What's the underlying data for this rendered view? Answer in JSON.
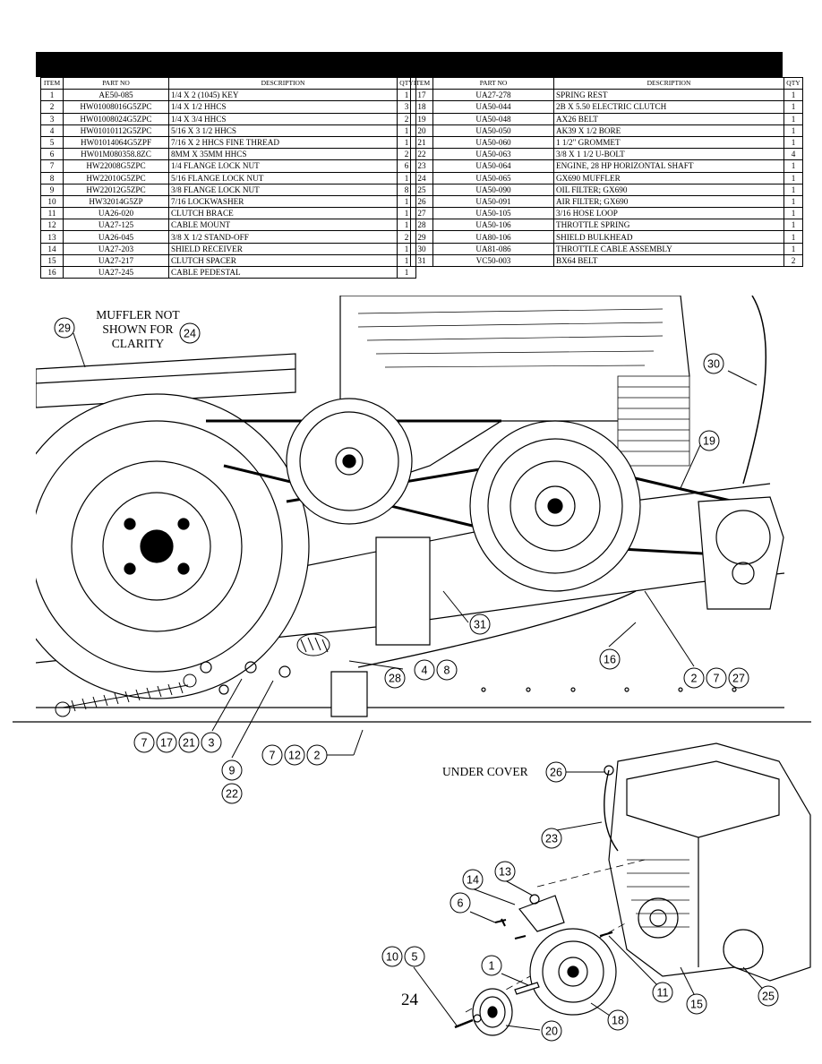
{
  "headers": {
    "item": "ITEM",
    "part_no": "PART NO",
    "description": "DESCRIPTION",
    "qty": "QTY"
  },
  "parts_left": [
    {
      "item": "1",
      "part": "AE50-085",
      "desc": "1/4 X 2 (1045) KEY",
      "qty": "1"
    },
    {
      "item": "2",
      "part": "HW01008016G5ZPC",
      "desc": "1/4 X 1/2 HHCS",
      "qty": "3"
    },
    {
      "item": "3",
      "part": "HW01008024G5ZPC",
      "desc": "1/4 X 3/4 HHCS",
      "qty": "2"
    },
    {
      "item": "4",
      "part": "HW01010112G5ZPC",
      "desc": "5/16 X 3 1/2 HHCS",
      "qty": "1"
    },
    {
      "item": "5",
      "part": "HW01014064G5ZPF",
      "desc": "7/16 X 2 HHCS FINE THREAD",
      "qty": "1"
    },
    {
      "item": "6",
      "part": "HW01M080358.8ZC",
      "desc": "8MM X 35MM HHCS",
      "qty": "2"
    },
    {
      "item": "7",
      "part": "HW22008G5ZPC",
      "desc": "1/4 FLANGE LOCK NUT",
      "qty": "6"
    },
    {
      "item": "8",
      "part": "HW22010G5ZPC",
      "desc": "5/16 FLANGE LOCK NUT",
      "qty": "1"
    },
    {
      "item": "9",
      "part": "HW22012G5ZPC",
      "desc": "3/8 FLANGE LOCK NUT",
      "qty": "8"
    },
    {
      "item": "10",
      "part": "HW32014G5ZP",
      "desc": "7/16 LOCKWASHER",
      "qty": "1"
    },
    {
      "item": "11",
      "part": "UA26-020",
      "desc": "CLUTCH BRACE",
      "qty": "1"
    },
    {
      "item": "12",
      "part": "UA27-125",
      "desc": "CABLE MOUNT",
      "qty": "1"
    },
    {
      "item": "13",
      "part": "UA26-045",
      "desc": "3/8 X 1/2 STAND-OFF",
      "qty": "2"
    },
    {
      "item": "14",
      "part": "UA27-203",
      "desc": "SHIELD RECEIVER",
      "qty": "1"
    },
    {
      "item": "15",
      "part": "UA27-217",
      "desc": "CLUTCH SPACER",
      "qty": "1"
    },
    {
      "item": "16",
      "part": "UA27-245",
      "desc": "CABLE PEDESTAL",
      "qty": "1"
    }
  ],
  "parts_right": [
    {
      "item": "17",
      "part": "UA27-278",
      "desc": "SPRING REST",
      "qty": "1"
    },
    {
      "item": "18",
      "part": "UA50-044",
      "desc": "2B X 5.50 ELECTRIC CLUTCH",
      "qty": "1"
    },
    {
      "item": "19",
      "part": "UA50-048",
      "desc": "AX26 BELT",
      "qty": "1"
    },
    {
      "item": "20",
      "part": "UA50-050",
      "desc": "AK39 X 1/2 BORE",
      "qty": "1"
    },
    {
      "item": "21",
      "part": "UA50-060",
      "desc": "1 1/2\" GROMMET",
      "qty": "1"
    },
    {
      "item": "22",
      "part": "UA50-063",
      "desc": "3/8 X 1 1/2 U-BOLT",
      "qty": "4"
    },
    {
      "item": "23",
      "part": "UA50-064",
      "desc": "ENGINE, 28 HP HORIZONTAL SHAFT",
      "qty": "1"
    },
    {
      "item": "24",
      "part": "UA50-065",
      "desc": "GX690 MUFFLER",
      "qty": "1"
    },
    {
      "item": "25",
      "part": "UA50-090",
      "desc": "OIL FILTER; GX690",
      "qty": "1"
    },
    {
      "item": "26",
      "part": "UA50-091",
      "desc": "AIR FILTER; GX690",
      "qty": "1"
    },
    {
      "item": "27",
      "part": "UA50-105",
      "desc": "3/16 HOSE LOOP",
      "qty": "1"
    },
    {
      "item": "28",
      "part": "UA50-106",
      "desc": "THROTTLE SPRING",
      "qty": "1"
    },
    {
      "item": "29",
      "part": "UA80-106",
      "desc": "SHIELD BULKHEAD",
      "qty": "1"
    },
    {
      "item": "30",
      "part": "UA81-086",
      "desc": "THROTTLE CABLE ASSEMBLY",
      "qty": "1"
    },
    {
      "item": "31",
      "part": "VC50-003",
      "desc": "BX64 BELT",
      "qty": "2"
    }
  ],
  "notes": {
    "muffler_line1": "MUFFLER NOT",
    "muffler_line2": "SHOWN FOR",
    "muffler_line3": "CLARITY",
    "under_cover": "UNDER COVER"
  },
  "callouts": {
    "c29": "29",
    "c24": "24",
    "c30": "30",
    "c19": "19",
    "c31": "31",
    "c16": "16",
    "c28": "28",
    "c4": "4",
    "c8": "8",
    "c2a": "2",
    "c7a": "7",
    "c27": "27",
    "c7b": "7",
    "c17": "17",
    "c21": "21",
    "c3": "3",
    "c9": "9",
    "c22": "22",
    "c7c": "7",
    "c12": "12",
    "c2b": "2",
    "c26": "26",
    "c23": "23",
    "c14": "14",
    "c13": "13",
    "c6": "6",
    "c10": "10",
    "c5": "5",
    "c1": "1",
    "c11": "11",
    "c15": "15",
    "c25": "25",
    "c18": "18",
    "c20": "20"
  },
  "page_number": "24"
}
